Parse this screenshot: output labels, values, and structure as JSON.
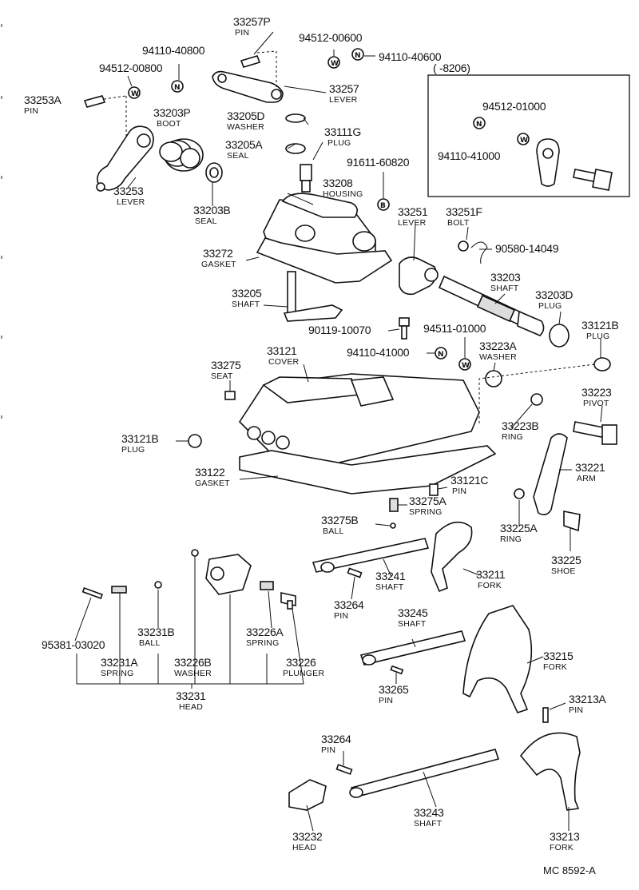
{
  "drawing_id": "MC 8592-A",
  "inset": {
    "range": "(  -8206)"
  },
  "parts": {
    "p33257P": {
      "no": "33257P",
      "name": "PIN"
    },
    "p33257": {
      "no": "33257",
      "name": "LEVER"
    },
    "p94110_40800": {
      "no": "94110-40800"
    },
    "p94512_00600": {
      "no": "94512-00600"
    },
    "p94110_40600": {
      "no": "94110-40600"
    },
    "p94512_00800": {
      "no": "94512-00800"
    },
    "p33253A": {
      "no": "33253A",
      "name": "PIN"
    },
    "p33203P": {
      "no": "33203P",
      "name": "BOOT"
    },
    "p33205D": {
      "no": "33205D",
      "name": "WASHER"
    },
    "p33205A": {
      "no": "33205A",
      "name": "SEAL"
    },
    "p33111G": {
      "no": "33111G",
      "name": "PLUG"
    },
    "p94512_01000": {
      "no": "94512-01000"
    },
    "p94110_41000_inset": {
      "no": "94110-41000"
    },
    "p91611_60820": {
      "no": "91611-60820"
    },
    "p33253": {
      "no": "33253",
      "name": "LEVER"
    },
    "p33208": {
      "no": "33208",
      "name": "HOUSING"
    },
    "p33203B": {
      "no": "33203B",
      "name": "SEAL"
    },
    "p33251": {
      "no": "33251",
      "name": "LEVER"
    },
    "p33251F": {
      "no": "33251F",
      "name": "BOLT"
    },
    "p90580_14049": {
      "no": "90580-14049"
    },
    "p33272": {
      "no": "33272",
      "name": "GASKET"
    },
    "p33203": {
      "no": "33203",
      "name": "SHAFT"
    },
    "p33203D": {
      "no": "33203D",
      "name": "PLUG"
    },
    "p33205": {
      "no": "33205",
      "name": "SHAFT"
    },
    "p90119_10070": {
      "no": "90119-10070"
    },
    "p94511_01000": {
      "no": "94511-01000"
    },
    "p33121B_top": {
      "no": "33121B",
      "name": "PLUG"
    },
    "p94110_41000": {
      "no": "94110-41000"
    },
    "p33223A": {
      "no": "33223A",
      "name": "WASHER"
    },
    "p33275": {
      "no": "33275",
      "name": "SEAT"
    },
    "p33121": {
      "no": "33121",
      "name": "COVER"
    },
    "p33223": {
      "no": "33223",
      "name": "PIVOT"
    },
    "p33223B": {
      "no": "33223B",
      "name": "RING"
    },
    "p33121B_left": {
      "no": "33121B",
      "name": "PLUG"
    },
    "p33221": {
      "no": "33221",
      "name": "ARM"
    },
    "p33122": {
      "no": "33122",
      "name": "GASKET"
    },
    "p33121C": {
      "no": "33121C",
      "name": "PIN"
    },
    "p33275A": {
      "no": "33275A",
      "name": "SPRING"
    },
    "p33275B": {
      "no": "33275B",
      "name": "BALL"
    },
    "p33225A": {
      "no": "33225A",
      "name": "RING"
    },
    "p33225": {
      "no": "33225",
      "name": "SHOE"
    },
    "p33241": {
      "no": "33241",
      "name": "SHAFT"
    },
    "p33211": {
      "no": "33211",
      "name": "FORK"
    },
    "p33264_mid": {
      "no": "33264",
      "name": "PIN"
    },
    "p95381_03020": {
      "no": "95381-03020"
    },
    "p33231B": {
      "no": "33231B",
      "name": "BALL"
    },
    "p33226A": {
      "no": "33226A",
      "name": "SPRING"
    },
    "p33245": {
      "no": "33245",
      "name": "SHAFT"
    },
    "p33215": {
      "no": "33215",
      "name": "FORK"
    },
    "p33231A": {
      "no": "33231A",
      "name": "SPRING"
    },
    "p33226B": {
      "no": "33226B",
      "name": "WASHER"
    },
    "p33226": {
      "no": "33226",
      "name": "PLUNGER"
    },
    "p33265": {
      "no": "33265",
      "name": "PIN"
    },
    "p33231": {
      "no": "33231",
      "name": "HEAD"
    },
    "p33213A": {
      "no": "33213A",
      "name": "PIN"
    },
    "p33264_low": {
      "no": "33264",
      "name": "PIN"
    },
    "p33243": {
      "no": "33243",
      "name": "SHAFT"
    },
    "p33232": {
      "no": "33232",
      "name": "HEAD"
    },
    "p33213": {
      "no": "33213",
      "name": "FORK"
    }
  }
}
